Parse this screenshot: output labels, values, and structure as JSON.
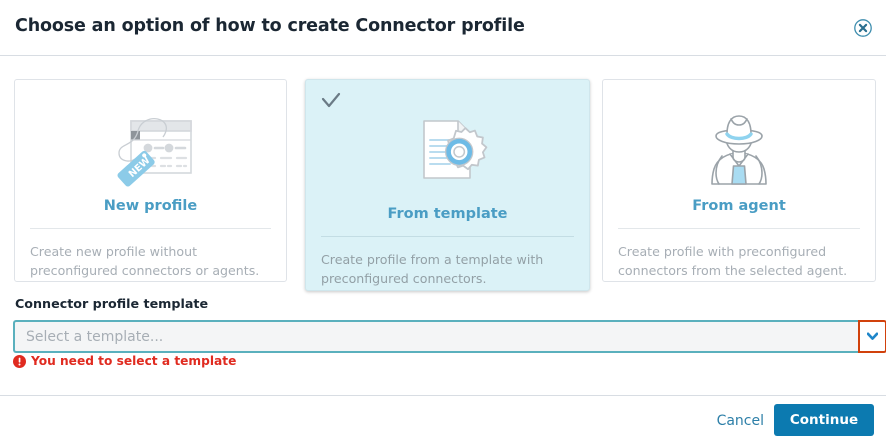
{
  "dialog": {
    "title": "Choose an option of how to create Connector profile",
    "close_icon": "close-circle-icon"
  },
  "options": [
    {
      "id": "new-profile",
      "label": "New profile",
      "description": "Create new profile without preconfigured connectors or agents.",
      "icon": "new-profile-tag-icon",
      "selected": false
    },
    {
      "id": "from-template",
      "label": "From template",
      "description": "Create profile from a template with preconfigured connectors.",
      "icon": "document-gear-icon",
      "selected": true,
      "check_icon": "checkmark-icon"
    },
    {
      "id": "from-agent",
      "label": "From agent",
      "description": "Create profile with preconfigured connectors from the selected agent.",
      "icon": "agent-detective-icon",
      "selected": false
    }
  ],
  "form": {
    "field_label": "Connector profile template",
    "select_placeholder": "Select a template...",
    "select_value": "",
    "caret_icon": "chevron-down-icon",
    "error_icon": "error-exclamation-icon",
    "error_text": "You need to select a template"
  },
  "footer": {
    "cancel_label": "Cancel",
    "continue_label": "Continue"
  },
  "colors": {
    "accent_blue": "#4a9dc4",
    "primary_button": "#0c7ab0",
    "link_blue": "#2d7fa8",
    "selected_card_bg": "#dbf2f7",
    "error_red": "#e02b20",
    "focus_teal": "#5ab0bd",
    "caret_border_orange": "#d1410c"
  }
}
